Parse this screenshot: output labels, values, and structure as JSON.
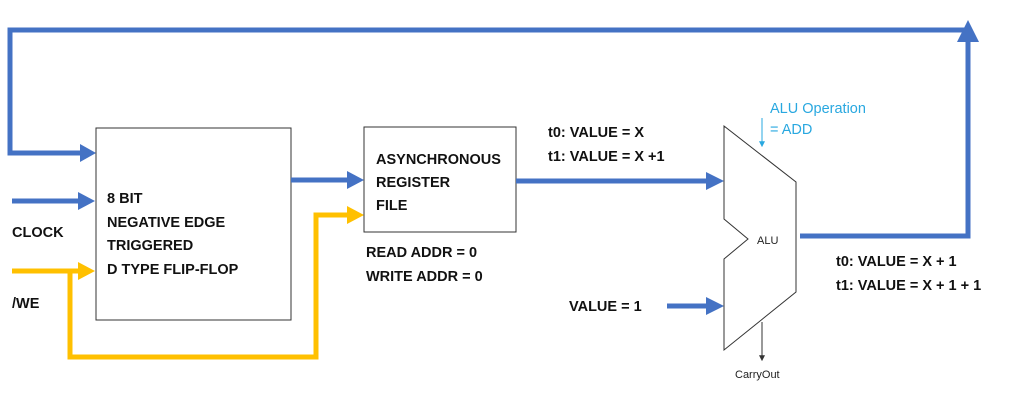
{
  "colors": {
    "bus": "#4472C4",
    "control": "#FFC000",
    "annotation": "#29A8E0",
    "stroke": "#333333"
  },
  "flipflop": {
    "lines": [
      "8 BIT",
      "NEGATIVE EDGE",
      "TRIGGERED",
      "D TYPE FLIP-FLOP"
    ]
  },
  "register_file": {
    "lines": [
      "ASYNCHRONOUS",
      "REGISTER",
      "FILE"
    ],
    "read_addr": "READ ADDR = 0",
    "write_addr": "WRITE ADDR = 0"
  },
  "inputs": {
    "clock": "CLOCK",
    "we": "/WE"
  },
  "alu": {
    "label": "ALU",
    "operation_line1": "ALU Operation",
    "operation_line2": "= ADD",
    "carry_out": "CarryOut",
    "input_b": "VALUE = 1"
  },
  "alu_input_a": {
    "t0": "t0: VALUE = X",
    "t1": "t1: VALUE =  X +1"
  },
  "alu_output": {
    "t0": "t0: VALUE = X + 1",
    "t1": "t1: VALUE = X + 1 + 1"
  }
}
